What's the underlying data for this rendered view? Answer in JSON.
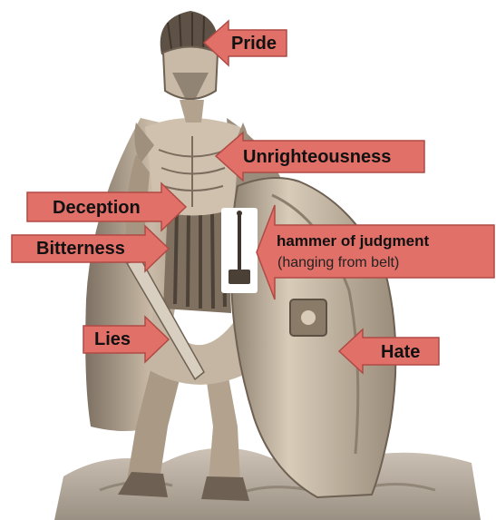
{
  "labels": {
    "pride": "Pride",
    "unrighteousness": "Unrighteousness",
    "deception": "Deception",
    "bitterness": "Bitterness",
    "lies": "Lies",
    "hate": "Hate",
    "hammer_title": "hammer of judgment",
    "hammer_subtitle": "(hanging from belt)"
  },
  "colors": {
    "arrow_fill": "#e07068",
    "arrow_stroke": "#b04a44",
    "armor": "#b9aa95",
    "armor_dark": "#6e6153",
    "background": "#ffffff"
  }
}
